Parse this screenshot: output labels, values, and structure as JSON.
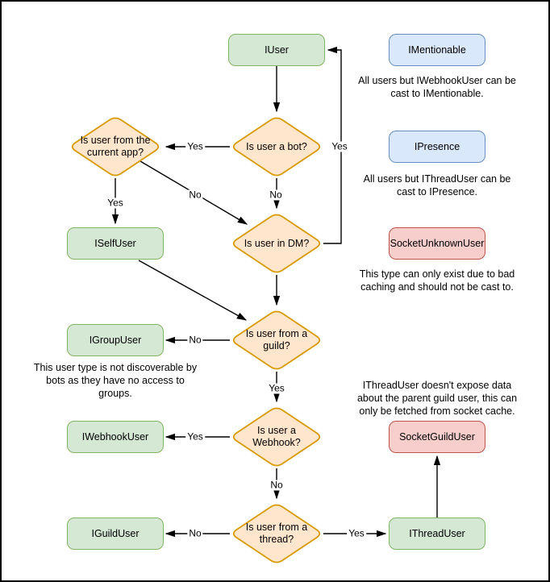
{
  "diagram": {
    "title": "",
    "boxes": [
      {
        "id": "iuser",
        "label": "IUser",
        "kind": "green"
      },
      {
        "id": "imentionable",
        "label": "IMentionable",
        "kind": "blue"
      },
      {
        "id": "ipresence",
        "label": "IPresence",
        "kind": "blue"
      },
      {
        "id": "socketunknownuser",
        "label": "SocketUnknownUser",
        "kind": "red"
      },
      {
        "id": "iselfuser",
        "label": "ISelfUser",
        "kind": "green"
      },
      {
        "id": "igroupuser",
        "label": "IGroupUser",
        "kind": "green"
      },
      {
        "id": "iwebhookuser",
        "label": "IWebhookUser",
        "kind": "green"
      },
      {
        "id": "socketguilduser",
        "label": "SocketGuildUser",
        "kind": "red"
      },
      {
        "id": "iguilduser",
        "label": "IGuildUser",
        "kind": "green"
      },
      {
        "id": "ithreaduser",
        "label": "IThreadUser",
        "kind": "green"
      }
    ],
    "decisions": [
      {
        "id": "is-bot",
        "lines": [
          "Is user a bot?"
        ]
      },
      {
        "id": "is-current-app",
        "lines": [
          "Is user from the",
          "current app?"
        ]
      },
      {
        "id": "is-dm",
        "lines": [
          "Is user in DM?"
        ]
      },
      {
        "id": "is-guild",
        "lines": [
          "Is user from a",
          "guild?"
        ]
      },
      {
        "id": "is-webhook",
        "lines": [
          "Is user a",
          "Webhook?"
        ]
      },
      {
        "id": "is-thread",
        "lines": [
          "Is user from a",
          "thread?"
        ]
      }
    ],
    "notes": [
      {
        "id": "note-imentionable",
        "lines": [
          "All users but IWebhookUser can be",
          "cast to IMentionable."
        ]
      },
      {
        "id": "note-ipresence",
        "lines": [
          "All users but IThreadUser can be",
          "cast to IPresence."
        ]
      },
      {
        "id": "note-socketunknown",
        "lines": [
          "This type can only exist due to bad",
          "caching and should not be cast to."
        ]
      },
      {
        "id": "note-igroupuser",
        "lines": [
          "This user type is not discoverable by",
          "bots as they have no access to",
          "groups."
        ]
      },
      {
        "id": "note-socketguilduser",
        "lines": [
          "IThreadUser doesn't expose data",
          "about the parent guild user, this can",
          "only be fetched from socket cache."
        ]
      }
    ],
    "edges": [
      {
        "from": "IUser",
        "to": "Is user a bot?",
        "label": ""
      },
      {
        "from": "Is user a bot?",
        "to": "Is user from the current app?",
        "label": "Yes"
      },
      {
        "from": "Is user a bot?",
        "to": "Is user in DM?",
        "label": "No"
      },
      {
        "from": "Is user from the current app?",
        "to": "ISelfUser",
        "label": "Yes"
      },
      {
        "from": "Is user from the current app?",
        "to": "Is user in DM?",
        "label": "No"
      },
      {
        "from": "Is user in DM?",
        "to": "IUser",
        "label": "Yes"
      },
      {
        "from": "ISelfUser",
        "to": "Is user from a guild?",
        "label": ""
      },
      {
        "from": "Is user in DM?",
        "to": "Is user from a guild?",
        "label": ""
      },
      {
        "from": "Is user from a guild?",
        "to": "IGroupUser",
        "label": "No"
      },
      {
        "from": "Is user from a guild?",
        "to": "Is user a Webhook?",
        "label": "Yes"
      },
      {
        "from": "Is user a Webhook?",
        "to": "IWebhookUser",
        "label": "Yes"
      },
      {
        "from": "Is user a Webhook?",
        "to": "Is user from a thread?",
        "label": "No"
      },
      {
        "from": "Is user from a thread?",
        "to": "IGuildUser",
        "label": "No"
      },
      {
        "from": "Is user from a thread?",
        "to": "IThreadUser",
        "label": "Yes"
      },
      {
        "from": "IThreadUser",
        "to": "SocketGuildUser",
        "label": ""
      }
    ],
    "colors": {
      "box_green_fill": "#d5e8d4",
      "box_green_stroke": "#82b366",
      "box_blue_fill": "#dae8fc",
      "box_blue_stroke": "#6c8ebf",
      "box_red_fill": "#f8cecc",
      "box_red_stroke": "#b85450",
      "diamond_fill": "#ffe6cc",
      "diamond_stroke": "#d79b00",
      "edge_stroke": "#000000",
      "text": "#000000",
      "canvas_border": "#000000",
      "background": "#ffffff"
    }
  }
}
